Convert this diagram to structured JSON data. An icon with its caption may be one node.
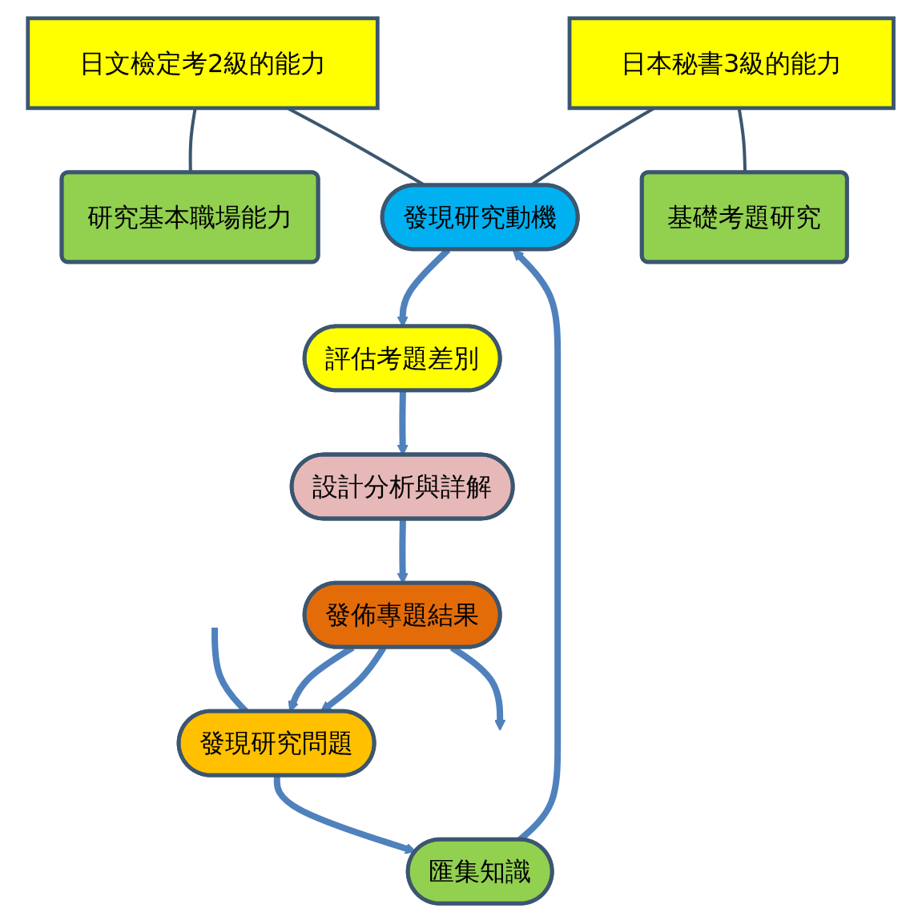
{
  "diagram": {
    "nodes": [
      {
        "text": [
          "發現研究問題"
        ]
      },
      {
        "text": [
          "研究基本職場能力"
        ]
      },
      {
        "text": [
          "匯集知識"
        ]
      },
      {
        "text": [
          "基礎考題研究"
        ]
      },
      {
        "text": [
          "日文檢定考2級的能力"
        ]
      },
      {
        "text": [
          "日本秘書3級的能力"
        ]
      },
      {
        "text": [
          "發現研究動機"
        ]
      },
      {
        "text": [
          "評估考題差別"
        ]
      },
      {
        "text": [
          "設計分析與詳解"
        ]
      },
      {
        "text": [
          "發佈專題結果"
        ]
      }
    ],
    "edges": [
      {
        "from": null,
        "to": 0,
        "arrow": "none"
      },
      {
        "from": 0,
        "to": 2,
        "arrow": "to"
      },
      {
        "from": 2,
        "to": 6,
        "arrow": "to"
      },
      {
        "from": 6,
        "to": 7,
        "arrow": "to"
      },
      {
        "from": 7,
        "to": 8,
        "arrow": "to"
      },
      {
        "from": 8,
        "to": 9,
        "arrow": "to"
      },
      {
        "from": 9,
        "to": null,
        "arrow": "to"
      },
      {
        "from": 9,
        "to": 0,
        "arrow": "to"
      },
      {
        "from": 9,
        "to": 0,
        "arrow": "to"
      },
      {
        "from": 4,
        "to": 6,
        "arrow": "none",
        "color": "#3b5670"
      },
      {
        "from": 4,
        "to": 1,
        "arrow": "none",
        "color": "#3b5670"
      },
      {
        "from": 5,
        "to": 6,
        "arrow": "none",
        "color": "#3b5670"
      },
      {
        "from": 5,
        "to": 3,
        "arrow": "none",
        "color": "#3b5670"
      }
    ]
  }
}
